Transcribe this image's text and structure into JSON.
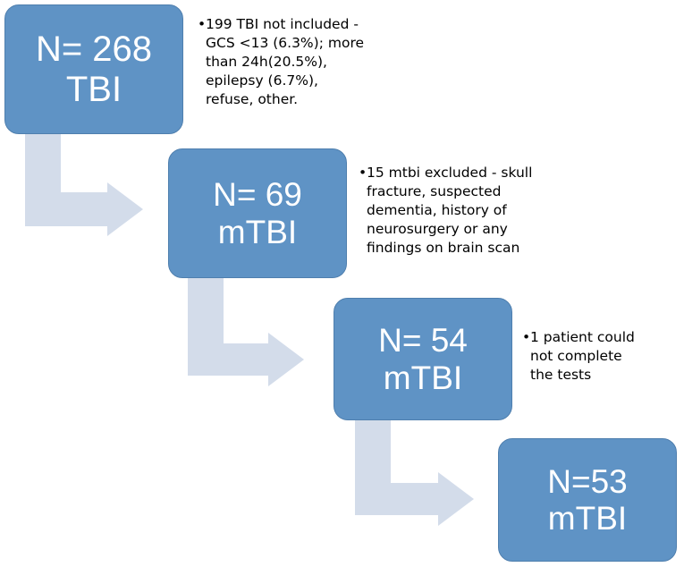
{
  "colors": {
    "box_fill": "#5f93c5",
    "box_border": "#4f7fae",
    "box_text": "#ffffff",
    "arrow_fill": "#d3dcea"
  },
  "steps": [
    {
      "count": "N= 268",
      "group": "TBI",
      "note": "199 TBI not included -\nGCS <13 (6.3%); more\nthan 24h(20.5%),\nepilepsy (6.7%),\nrefuse, other."
    },
    {
      "count": "N= 69",
      "group": "mTBI",
      "note": "15 mtbi excluded - skull\nfracture, suspected\ndementia, history of\nneurosurgery or any\nfindings on brain scan"
    },
    {
      "count": "N= 54",
      "group": "mTBI",
      "note": "1 patient could\nnot complete\nthe tests"
    },
    {
      "count": "N=53",
      "group": "mTBI"
    }
  ],
  "bullet_glyph": "•"
}
